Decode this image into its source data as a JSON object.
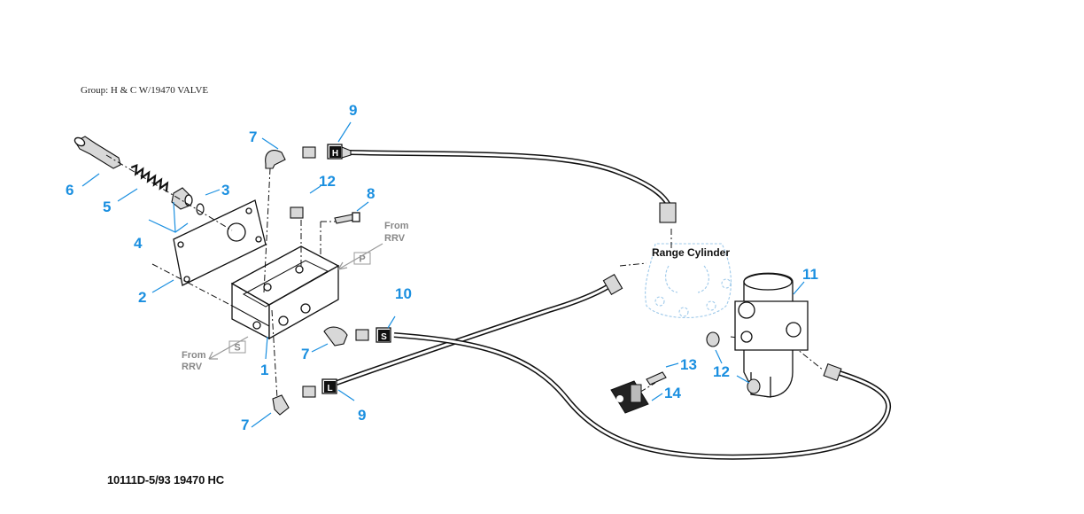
{
  "group_label": "Group: H & C W/19470 VALVE",
  "caption": "10111D-5/93 19470 HC",
  "range_cylinder_label": "Range Cylinder",
  "from_rrv_label_top": [
    "From",
    "RRV"
  ],
  "from_rrv_label_left": [
    "From",
    "RRV"
  ],
  "port_tags": {
    "p": "P",
    "s": "S"
  },
  "hose_tags": {
    "h": "H",
    "s": "S",
    "l": "L"
  },
  "callouts": {
    "c6": "6",
    "c5": "5",
    "c3": "3",
    "c4": "4",
    "c2": "2",
    "c7a": "7",
    "c9a": "9",
    "c12a": "12",
    "c8": "8",
    "c10": "10",
    "c7b": "7",
    "c1": "1",
    "c7c": "7",
    "c9b": "9",
    "c11": "11",
    "c13": "13",
    "c12b": "12",
    "c14": "14"
  },
  "colors": {
    "callout": "#1a8fe0",
    "ghost": "#9ec9ea",
    "grey": "#888888"
  }
}
